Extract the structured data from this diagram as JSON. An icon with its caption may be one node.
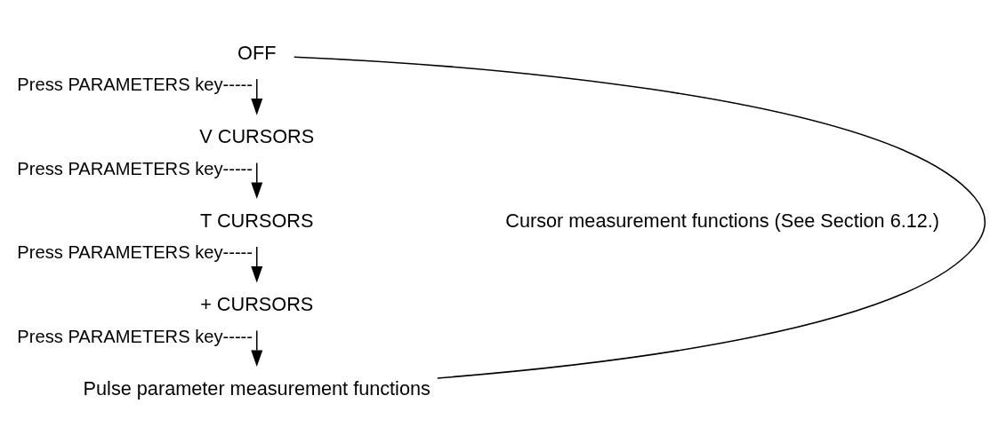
{
  "diagram": {
    "nodes": [
      {
        "text": [
          "OFF"
        ]
      },
      {
        "text": [
          "V CURSORS"
        ]
      },
      {
        "text": [
          "T CURSORS"
        ]
      },
      {
        "text": [
          "+ CURSORS"
        ]
      },
      {
        "text": [
          "Pulse parameter measurement functions"
        ]
      }
    ],
    "edges": [
      {
        "from": 0,
        "to": 1,
        "arrow": "to",
        "label": "Press PARAMETERS key-----"
      },
      {
        "from": 1,
        "to": 2,
        "arrow": "to",
        "label": "Press PARAMETERS key-----"
      },
      {
        "from": 2,
        "to": 3,
        "arrow": "to",
        "label": "Press PARAMETERS key-----"
      },
      {
        "from": 3,
        "to": 4,
        "arrow": "to",
        "label": "Press PARAMETERS key-----"
      },
      {
        "from": 4,
        "to": 0,
        "arrow": "none"
      }
    ],
    "labels": [
      "Cursor measurement functions (See Section 6.12.)"
    ]
  }
}
